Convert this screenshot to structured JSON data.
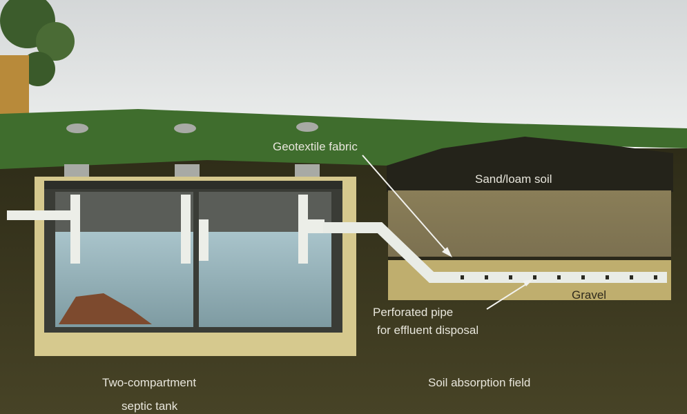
{
  "diagram": {
    "labels": {
      "geotextile": "Geotextile fabric",
      "sand_loam": "Sand/loam soil",
      "gravel": "Gravel",
      "perforated_line1": "Perforated pipe",
      "perforated_line2": "for effluent disposal",
      "tank_line1": "Two-compartment",
      "tank_line2": "septic tank",
      "absorption_field": "Soil absorption field"
    },
    "colors": {
      "sky": "#e2e4e3",
      "grass": "#3d6a2c",
      "soil": "#3b3a22",
      "sand": "#d9cc93",
      "water": "#9dbac2",
      "pipe": "#e9ece6"
    }
  }
}
